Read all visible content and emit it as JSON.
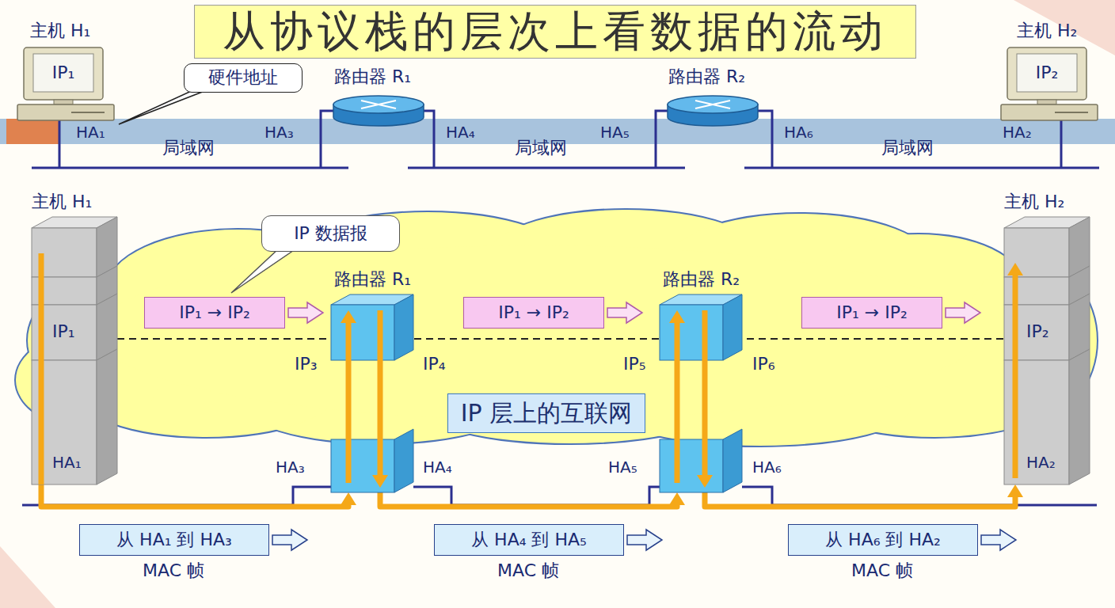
{
  "diagram": {
    "title": "从协议栈的层次上看数据的流动",
    "nodes": [
      {
        "text": [
          "主机 H₁",
          "IP₁"
        ]
      },
      {
        "text": [
          "硬件地址"
        ]
      },
      {
        "text": [
          "路由器 R₁"
        ]
      },
      {
        "text": [
          "路由器 R₂"
        ]
      },
      {
        "text": [
          "主机 H₂",
          "IP₂"
        ]
      },
      {
        "text": [
          "主机 H₁",
          "IP₁",
          "HA₁"
        ]
      },
      {
        "text": [
          "IP 数据报"
        ]
      },
      {
        "text": [
          "路由器 R₁"
        ]
      },
      {
        "text": [
          "路由器 R₂"
        ]
      },
      {
        "text": [
          "主机 H₂",
          "IP₂",
          "HA₂"
        ]
      },
      {
        "text": [
          "IP₁ → IP₂"
        ]
      },
      {
        "text": [
          "IP₁ → IP₂"
        ]
      },
      {
        "text": [
          "IP₁ → IP₂"
        ]
      },
      {
        "text": [
          "IP 层上的互联网"
        ]
      },
      {
        "text": [
          "从 HA₁ 到 HA₃"
        ]
      },
      {
        "text": [
          "从 HA₄ 到 HA₅"
        ]
      },
      {
        "text": [
          "从 HA₆ 到 HA₂"
        ]
      }
    ],
    "edges": [
      {
        "from": 5,
        "to": 7,
        "arrow": "to"
      },
      {
        "from": 7,
        "to": 8,
        "arrow": "to"
      },
      {
        "from": 8,
        "to": 9,
        "arrow": "to"
      }
    ],
    "labels": [
      "HA₁",
      "HA₃",
      "局域网",
      "HA₄",
      "局域网",
      "HA₅",
      "HA₆",
      "局域网",
      "HA₂",
      "IP₃",
      "IP₄",
      "IP₅",
      "IP₆",
      "HA₃",
      "HA₄",
      "HA₅",
      "HA₆",
      "MAC 帧",
      "MAC 帧",
      "MAC 帧"
    ]
  }
}
